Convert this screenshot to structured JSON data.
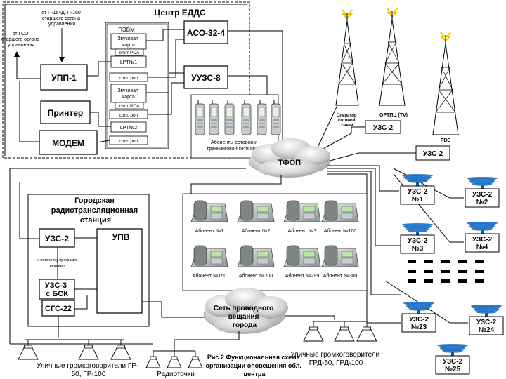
{
  "edds": {
    "title": "Центр ЕДДС",
    "note_top": [
      "от П-164Д, П-160",
      "старшего органа",
      "управления"
    ],
    "note_left": [
      "от ГСО",
      "старшего органа",
      "управления"
    ],
    "upp": "УПП-1",
    "printer": "Принтер",
    "modem": "МОДЕМ",
    "pc": {
      "title": "ПЭВМ",
      "sound1": [
        "Звуковая",
        "карта"
      ],
      "pci1": "слот PCA",
      "lpt1": "LPT№1",
      "com1": "com. port",
      "sound2": [
        "Звуковая",
        "карта"
      ],
      "pci2": "слот PCA",
      "com2": "com. port",
      "lpt2": "LPT№2",
      "com3": "com. port"
    },
    "aso": "АСО-32-4",
    "uuzs": "УУЗС-8"
  },
  "mobile": {
    "count": 6,
    "caption": [
      "Абоненты сотовой  и",
      "транкинговой сети связи"
    ]
  },
  "towers": {
    "t1": [
      "Оператор",
      "сотовой",
      "связи"
    ],
    "t2": "ОРТПЦ (TV)",
    "t3": "РВС"
  },
  "tfop": "ТФОП",
  "uzs_tower": "УЗС-2",
  "uzs_right": "УЗС-2",
  "subscribers": {
    "row1": [
      "Абонент №1",
      "Абонент №2",
      "Абонент №3",
      "Абонент№100"
    ],
    "row2": [
      "Абонент №150",
      "Абонент №200",
      "Абонент №299",
      "Абонент №300"
    ]
  },
  "grs": {
    "title": [
      "Городская",
      "радиотрансляционная",
      "станция"
    ],
    "uzs2": "УЗС-2",
    "upv": "УПВ",
    "note": [
      "к источнику программ",
      "вещания"
    ],
    "uzs3": [
      "УЗС-3",
      "с БСК"
    ],
    "sgs": "СГС-22"
  },
  "wired": [
    "Сеть проводного",
    "вещания",
    "города"
  ],
  "speakers_left": [
    "Уличные громкоговорители ГР-",
    "50, ГР-100"
  ],
  "radiopoints": "Радиоточки",
  "speakers_right": [
    "Уличные громкоговорители",
    "ГРД-50, ГРД-100"
  ],
  "caption": [
    "Рис.2 Функциональная схема",
    "организации оповещения обл.",
    "центра"
  ],
  "sirens": [
    [
      "УЗС-2",
      "№1"
    ],
    [
      "УЗС-2",
      "№2"
    ],
    [
      "УЗС-2",
      "№3"
    ],
    [
      "УЗС-2",
      "№4"
    ],
    [
      "УЗС-2",
      "№23"
    ],
    [
      "УЗС-2",
      "№24"
    ],
    [
      "УЗС-2",
      "№25"
    ]
  ]
}
